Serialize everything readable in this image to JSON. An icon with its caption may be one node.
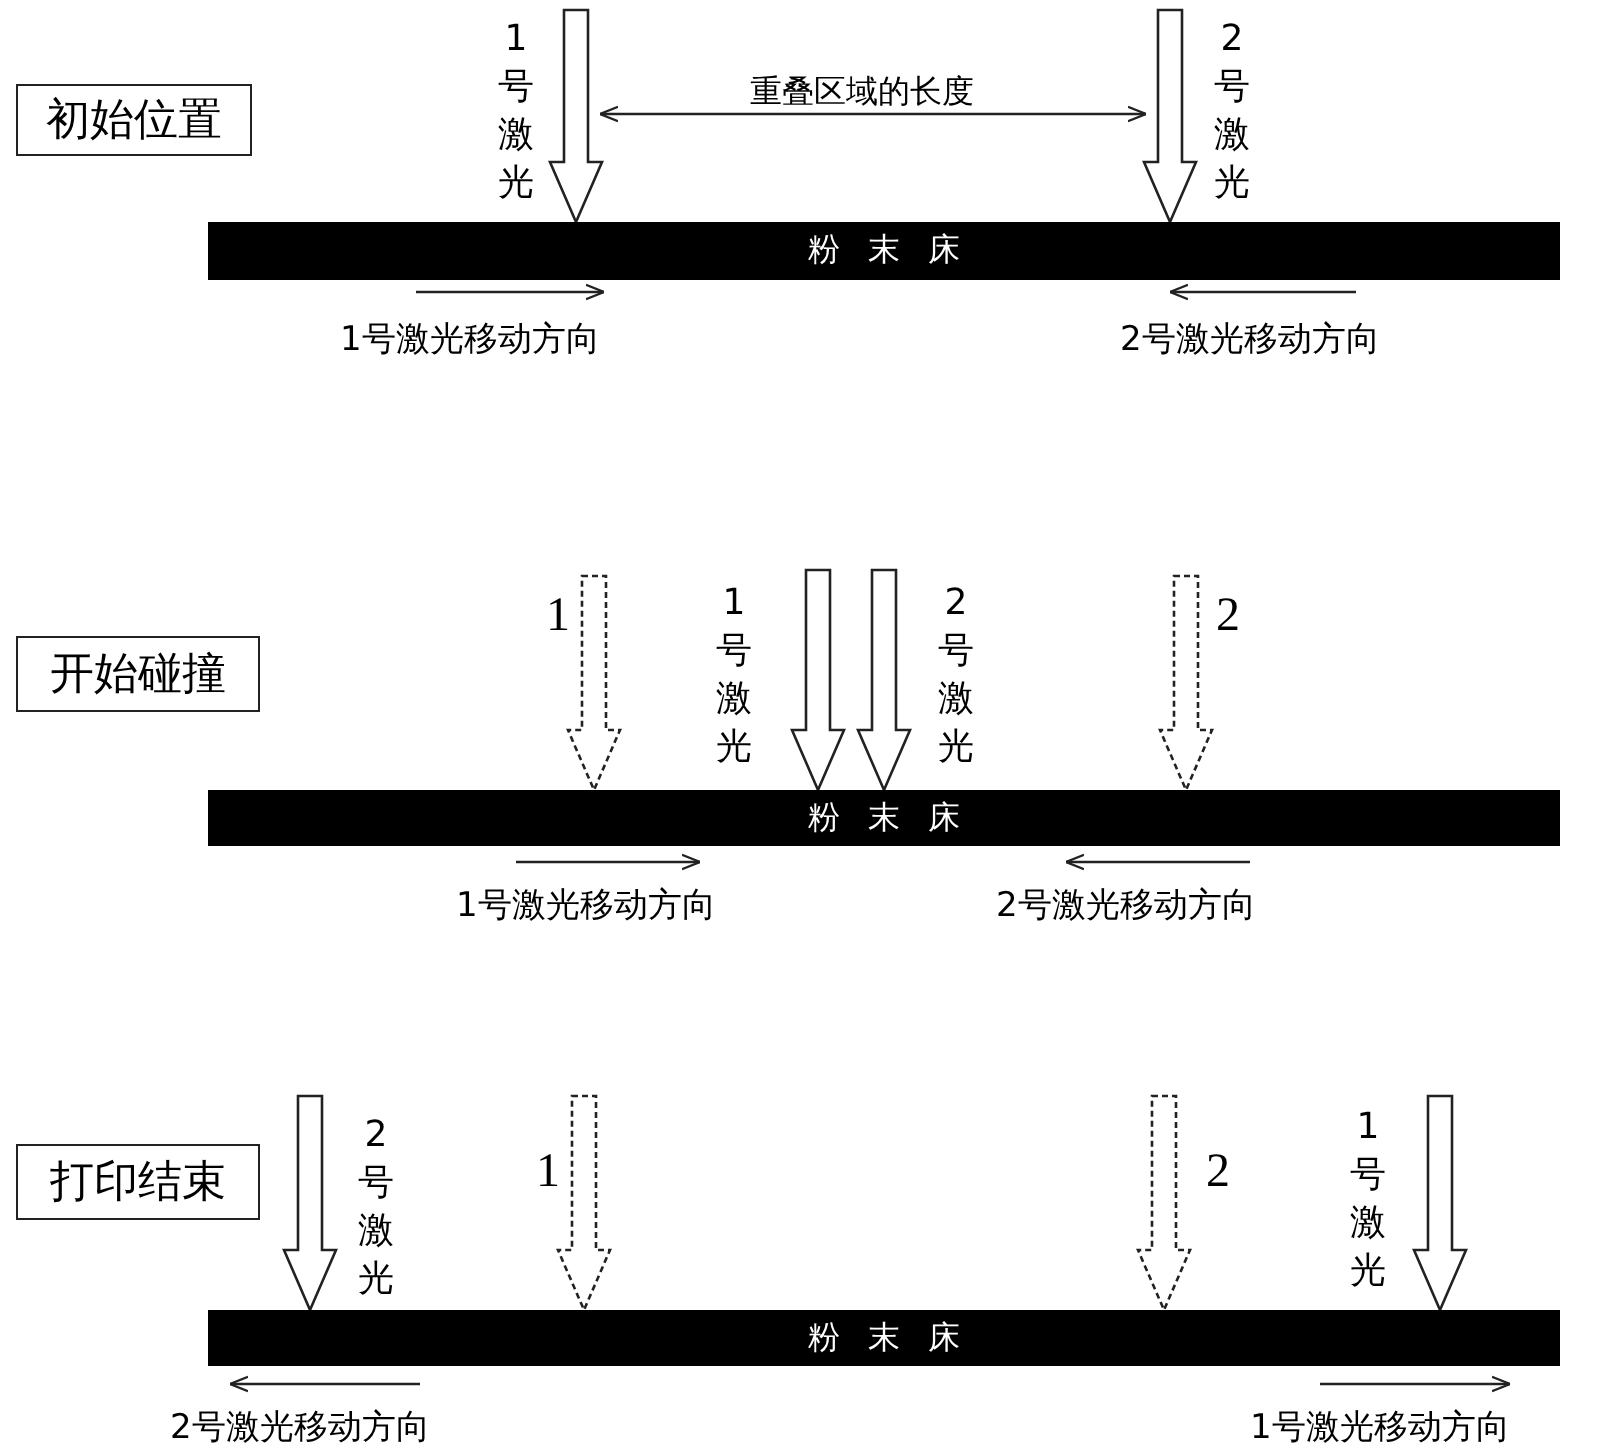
{
  "diagram": {
    "nodes": [
      {
        "text": [
          "初始位置"
        ]
      },
      {
        "text": [
          "粉末床"
        ]
      },
      {
        "text": [
          "开始碰撞"
        ]
      },
      {
        "text": [
          "粉末床"
        ]
      },
      {
        "text": [
          "打印结束"
        ]
      },
      {
        "text": [
          "粉末床"
        ]
      }
    ],
    "edges": [
      {
        "from": null,
        "to": 1,
        "arrow": "to"
      },
      {
        "from": null,
        "to": 1,
        "arrow": "to"
      },
      {
        "from": null,
        "to": 3,
        "arrow": "to",
        "style": "dashed"
      },
      {
        "from": null,
        "to": 3,
        "arrow": "to"
      },
      {
        "from": null,
        "to": 3,
        "arrow": "to"
      },
      {
        "from": null,
        "to": 3,
        "arrow": "to",
        "style": "dashed"
      },
      {
        "from": null,
        "to": 5,
        "arrow": "to"
      },
      {
        "from": null,
        "to": 5,
        "arrow": "to",
        "style": "dashed"
      },
      {
        "from": null,
        "to": 5,
        "arrow": "to",
        "style": "dashed"
      },
      {
        "from": null,
        "to": 5,
        "arrow": "to"
      }
    ],
    "labels": [
      "1号激光",
      "重叠区域的长度",
      "2号激光",
      "1号激光移动方向",
      "2号激光移动方向",
      "1",
      "1号激光",
      "2号激光",
      "2",
      "1号激光移动方向",
      "2号激光移动方向",
      "2号激光",
      "1",
      "2",
      "1号激光",
      "2号激光移动方向",
      "1号激光移动方向"
    ]
  }
}
